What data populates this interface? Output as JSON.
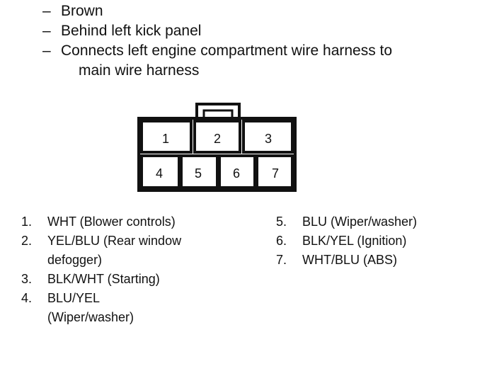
{
  "bullets": [
    {
      "dash": "–",
      "text": "Brown"
    },
    {
      "dash": "–",
      "text": "Behind left kick panel"
    },
    {
      "dash": "–",
      "text": "Connects left engine compartment wire harness to",
      "continuation": "main wire harness"
    }
  ],
  "connector": {
    "pins": [
      "1",
      "2",
      "3",
      "4",
      "5",
      "6",
      "7"
    ]
  },
  "legend": {
    "left": [
      {
        "num": "1.",
        "text": "WHT (Blower controls)"
      },
      {
        "num": "2.",
        "text": "YEL/BLU (Rear window defogger)"
      },
      {
        "num": "3.",
        "text": "BLK/WHT (Starting)"
      },
      {
        "num": "4.",
        "text": "BLU/YEL (Wiper/washer)"
      }
    ],
    "right": [
      {
        "num": "5.",
        "text": "BLU (Wiper/washer)"
      },
      {
        "num": "6.",
        "text": "BLK/YEL (Ignition)"
      },
      {
        "num": "7.",
        "text": "WHT/BLU (ABS)"
      }
    ]
  }
}
